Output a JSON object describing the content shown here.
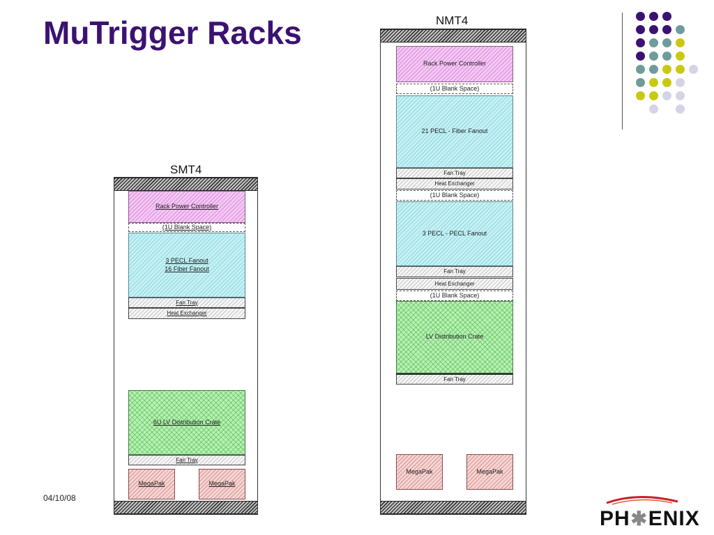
{
  "slide": {
    "title": "MuTrigger Racks",
    "date": "04/10/08"
  },
  "racks": {
    "smt4": {
      "label": "SMT4",
      "components": [
        {
          "label": "Rack Power Controller",
          "color": "pink"
        },
        {
          "label": "(1U Blank Space)",
          "color": "blank"
        },
        {
          "label_lines": [
            "3 PECL Fanout",
            "16 Fiber Fanout"
          ],
          "color": "cyan"
        },
        {
          "label": "Fan Tray",
          "color": "gray"
        },
        {
          "label": "Heat Exchanger",
          "color": "gray"
        },
        {
          "label": "6U LV Distribution Crate",
          "color": "green"
        },
        {
          "label": "Fan Tray",
          "color": "gray"
        },
        {
          "label": "MegaPak",
          "color": "red"
        },
        {
          "label": "MegaPak",
          "color": "red"
        }
      ]
    },
    "nmt4": {
      "label": "NMT4",
      "components": [
        {
          "label": "Rack Power Controller",
          "color": "pink"
        },
        {
          "label": "(1U Blank Space)",
          "color": "blank"
        },
        {
          "label": "21 PECL - Fiber Fanout",
          "color": "cyan"
        },
        {
          "label": "Fan Tray",
          "color": "gray"
        },
        {
          "label": "Heat Exchanger",
          "color": "gray"
        },
        {
          "label": "(1U Blank Space)",
          "color": "blank"
        },
        {
          "label": "3 PECL - PECL Fanout",
          "color": "cyan"
        },
        {
          "label": "Fan Tray",
          "color": "gray"
        },
        {
          "label": "Heat Exchanger",
          "color": "gray"
        },
        {
          "label": "(1U Blank Space)",
          "color": "blank"
        },
        {
          "label": "LV Distribution Crate",
          "color": "green"
        },
        {
          "label": "Fan Tray",
          "color": "gray"
        },
        {
          "label": "MegaPak",
          "color": "red"
        },
        {
          "label": "MegaPak",
          "color": "red"
        }
      ]
    }
  },
  "colors": {
    "title": "#3b1272",
    "rack_power_controller": "#f2c9f2",
    "fanout": "#c8f0f4",
    "lv_crate": "#b9f0b5",
    "megapak": "#f4d6d4",
    "dot_purple": "#3b1272",
    "dot_teal": "#6f9c9a",
    "dot_yellow": "#c9c914",
    "dot_lavender": "#d4d4e6"
  },
  "decoration": {
    "dot_grid_colors": [
      [
        "purple",
        "purple",
        "purple",
        "",
        ""
      ],
      [
        "purple",
        "purple",
        "purple",
        "teal",
        ""
      ],
      [
        "purple",
        "teal",
        "teal",
        "yellow",
        ""
      ],
      [
        "purple",
        "teal",
        "teal",
        "yellow",
        ""
      ],
      [
        "teal",
        "teal",
        "yellow",
        "yellow",
        "lavender"
      ],
      [
        "teal",
        "yellow",
        "yellow",
        "lavender",
        ""
      ],
      [
        "yellow",
        "yellow",
        "lavender",
        "lavender",
        ""
      ],
      [
        "",
        "lavender",
        "",
        "lavender",
        ""
      ]
    ]
  },
  "logo": {
    "text_left": "PH",
    "text_right": "ENIX",
    "icon": "phoenix-star-icon"
  }
}
